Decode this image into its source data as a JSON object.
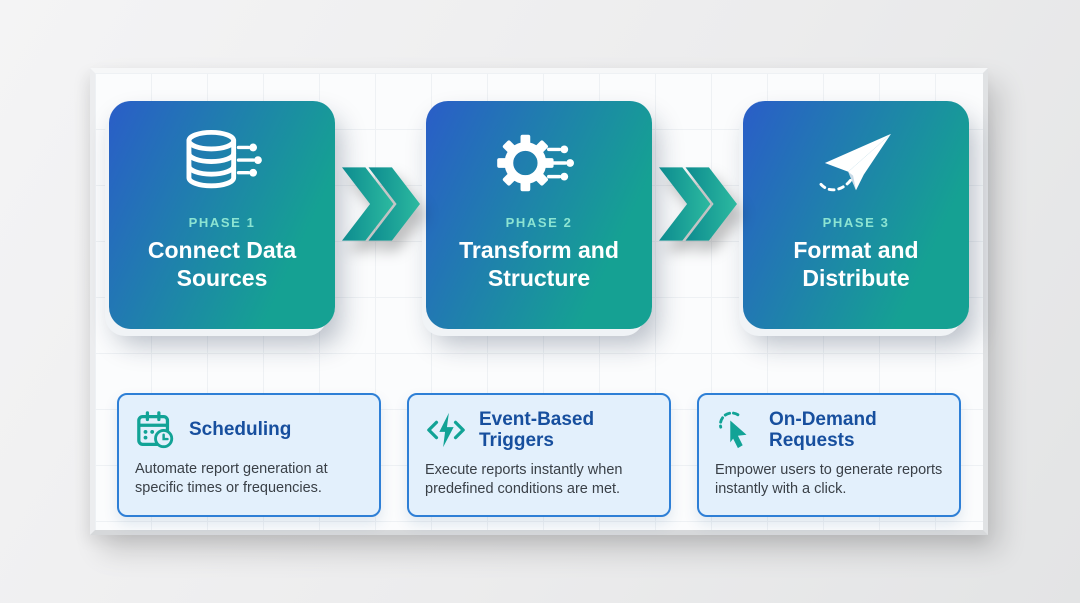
{
  "phases": [
    {
      "label": "PHASE 1",
      "title": "Connect Data Sources",
      "icon": "database-circuit-icon"
    },
    {
      "label": "PHASE 2",
      "title": "Transform and Structure",
      "icon": "gear-circuit-icon"
    },
    {
      "label": "PHASE 3",
      "title": "Format and Distribute",
      "icon": "paper-plane-icon"
    }
  ],
  "features": [
    {
      "title": "Scheduling",
      "description": "Automate report generation at specific times or frequencies.",
      "icon": "calendar-clock-icon"
    },
    {
      "title": "Event-Based Triggers",
      "description": "Execute reports instantly when predefined conditions are met.",
      "icon": "lightning-code-icon"
    },
    {
      "title": "On-Demand Requests",
      "description": "Empower users to generate reports instantly with a click.",
      "icon": "click-cursor-icon"
    }
  ],
  "colors": {
    "phase_gradient_start": "#2a5dc8",
    "phase_gradient_end": "#15a193",
    "phase_label": "#8ce4d2",
    "chevron_start": "#0d8b8f",
    "chevron_end": "#2cbaa0",
    "feature_border": "#2e7fd6",
    "feature_bg": "#e3f0fc",
    "feature_title": "#174f9e",
    "feature_text": "#3a4047",
    "feature_icon": "#12a396"
  }
}
